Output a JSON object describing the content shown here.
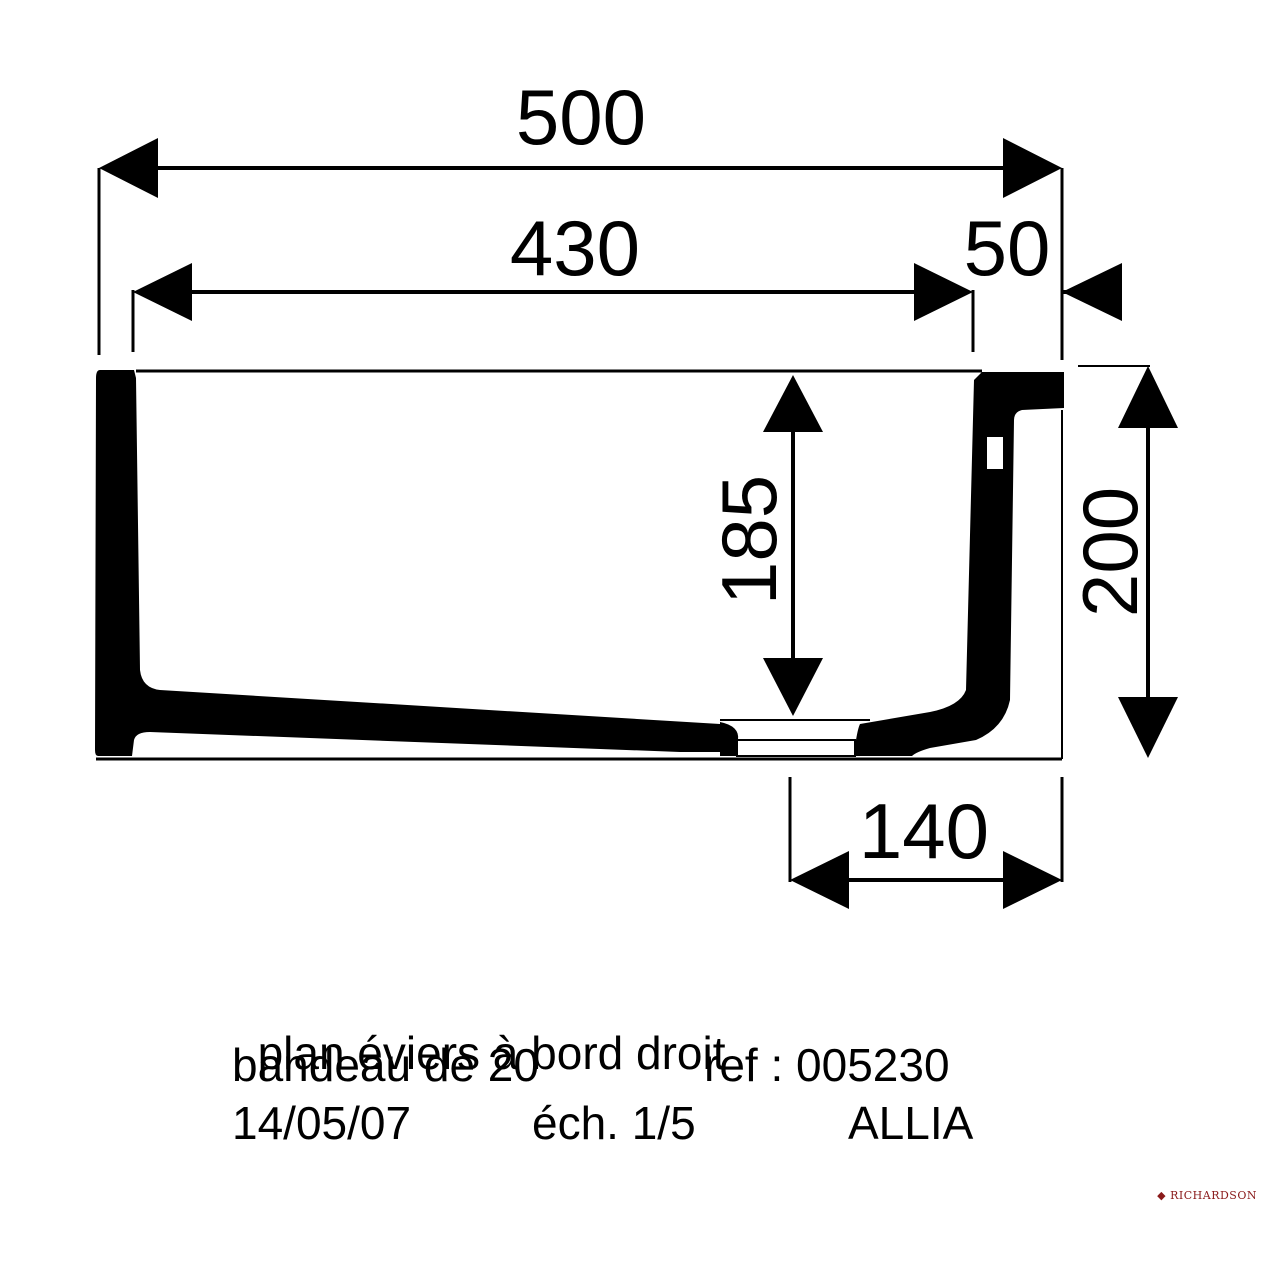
{
  "dimensions": {
    "overall_width": "500",
    "inner_width": "430",
    "rim_width": "50",
    "bowl_depth": "185",
    "overall_height": "200",
    "drain_offset": "140"
  },
  "caption": {
    "line1": "plan éviers à bord droit",
    "line2_left": "bandeau de 20",
    "line2_right": "ref : 005230",
    "line3_date": "14/05/07",
    "line3_scale": "éch. 1/5",
    "line3_brand": "ALLIA"
  },
  "watermark": {
    "text": "RICHARDSON",
    "color": "#8a1a1a"
  },
  "colors": {
    "line": "#000000",
    "background": "#ffffff"
  }
}
